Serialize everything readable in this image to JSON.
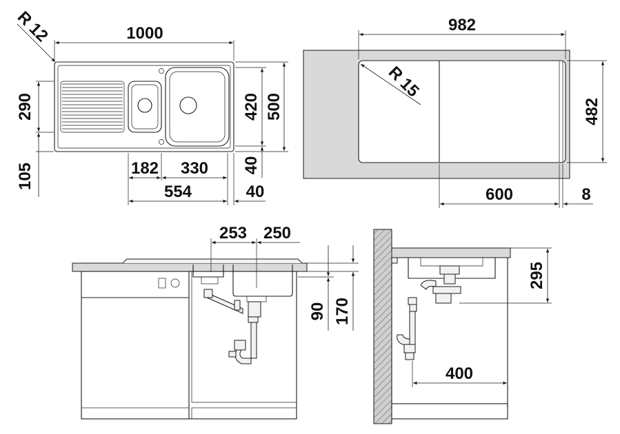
{
  "diagram": {
    "dimensions": {
      "radius_top_left": "R 12",
      "total_width": "1000",
      "bowl_height": "290",
      "drainer_offset": "105",
      "small_bowl_width": "182",
      "large_bowl_width": "330",
      "combined_width": "554",
      "edge_40_a": "40",
      "edge_40_b": "40",
      "inner_height": "420",
      "total_depth": "500",
      "cutout_width": "982",
      "cutout_radius": "R 15",
      "cutout_depth": "482",
      "cutout_600": "600",
      "cutout_8": "8",
      "waste_253": "253",
      "waste_250": "250",
      "height_90": "90",
      "height_170": "170",
      "side_height_295": "295",
      "side_depth_400": "400"
    }
  }
}
